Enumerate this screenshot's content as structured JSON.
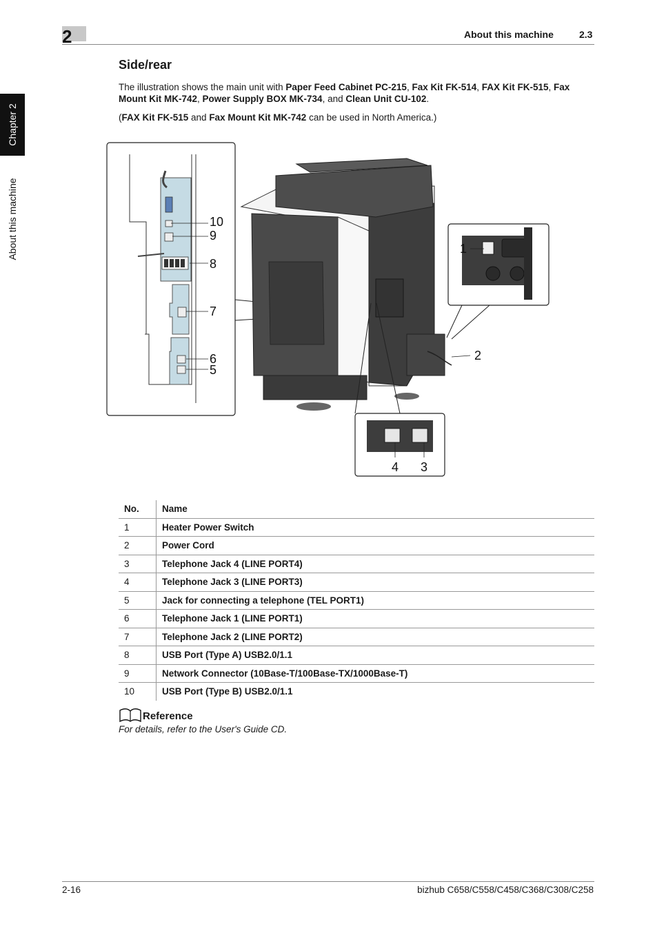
{
  "header": {
    "chapter_number": "2",
    "title": "About this machine",
    "section": "2.3"
  },
  "side_tab": {
    "chapter_label": "Chapter 2",
    "section_label": "About this machine"
  },
  "section_title": "Side/rear",
  "intro": {
    "t1": "The illustration shows the main unit with ",
    "b1": "Paper Feed Cabinet PC-215",
    "t2": ", ",
    "b2": "Fax Kit FK-514",
    "t3": ", ",
    "b3": "FAX Kit FK-515",
    "t4": ", ",
    "b4": "Fax Mount Kit MK-742",
    "t5": ", ",
    "b5": "Power Supply BOX MK-734",
    "t6": ", and ",
    "b6": "Clean Unit CU-102",
    "t7": "."
  },
  "note": {
    "t1": "(",
    "b1": "FAX Kit FK-515",
    "t2": " and ",
    "b2": "Fax Mount Kit MK-742",
    "t3": " can be used in North America.)"
  },
  "illustration": {
    "callouts": {
      "c1": "1",
      "c2": "2",
      "c3": "3",
      "c4": "4",
      "c5": "5",
      "c6": "6",
      "c7": "7",
      "c8": "8",
      "c9": "9",
      "c10": "10"
    }
  },
  "table": {
    "headers": {
      "no": "No.",
      "name": "Name"
    },
    "rows": [
      {
        "no": "1",
        "name": "Heater Power Switch"
      },
      {
        "no": "2",
        "name": "Power Cord"
      },
      {
        "no": "3",
        "name": "Telephone Jack 4 (LINE PORT4)"
      },
      {
        "no": "4",
        "name": "Telephone Jack 3 (LINE PORT3)"
      },
      {
        "no": "5",
        "name": "Jack for connecting a telephone (TEL PORT1)"
      },
      {
        "no": "6",
        "name": "Telephone Jack 1 (LINE PORT1)"
      },
      {
        "no": "7",
        "name": "Telephone Jack 2 (LINE PORT2)"
      },
      {
        "no": "8",
        "name": "USB Port (Type A) USB2.0/1.1"
      },
      {
        "no": "9",
        "name": "Network Connector (10Base-T/100Base-TX/1000Base-T)"
      },
      {
        "no": "10",
        "name": "USB Port (Type B) USB2.0/1.1"
      }
    ]
  },
  "reference": {
    "title": "Reference",
    "text": "For details, refer to the User's Guide CD."
  },
  "footer": {
    "page": "2-16",
    "model": "bizhub C658/C558/C458/C368/C308/C258"
  },
  "colors": {
    "panel_blue": "#c5dbe4",
    "machine_dark": "#3d3d3d",
    "side_tab": "#111111"
  }
}
